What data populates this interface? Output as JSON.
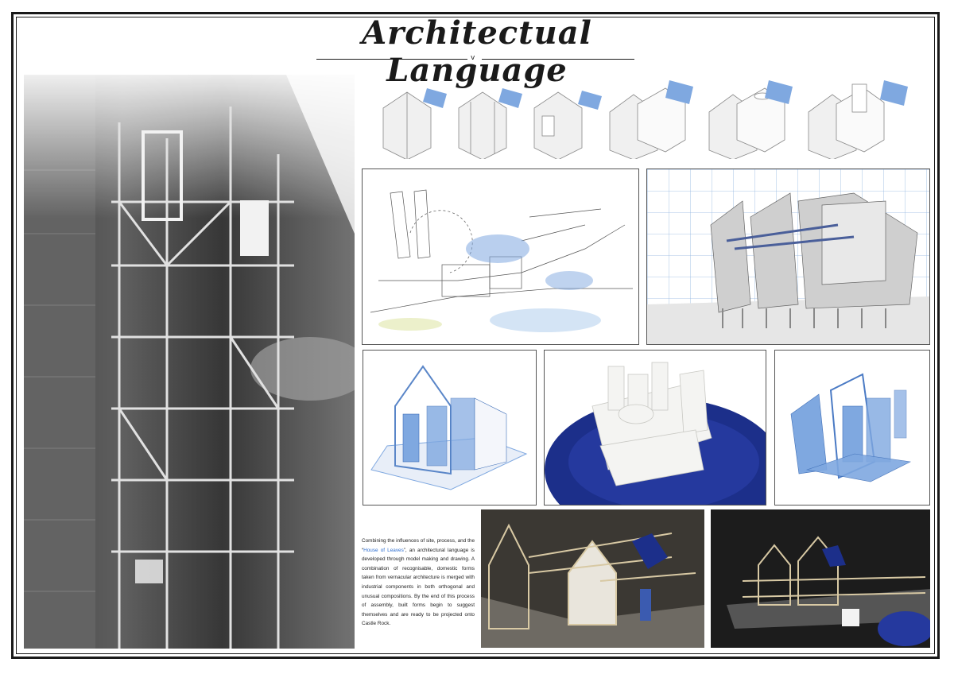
{
  "title": "Architectual Language",
  "subtitle_mark": "v",
  "description": {
    "before": "Combining the influences of site, process, and the “",
    "highlight": "House of Leaves",
    "after": "”, an architectural language is developed through model making and drawing. A combination of recognisable, domestic forms taken from vernacular architecture is merged with industrial components in both orthogonal and unusual compositions. By the end of this process of assembly, built forms begin to suggest themselves and are ready to be projected onto Castle Rock."
  },
  "colors": {
    "accent_blue": "#7fa8e0",
    "deep_blue": "#1c2f8a",
    "frame": "#1a1a1a"
  }
}
